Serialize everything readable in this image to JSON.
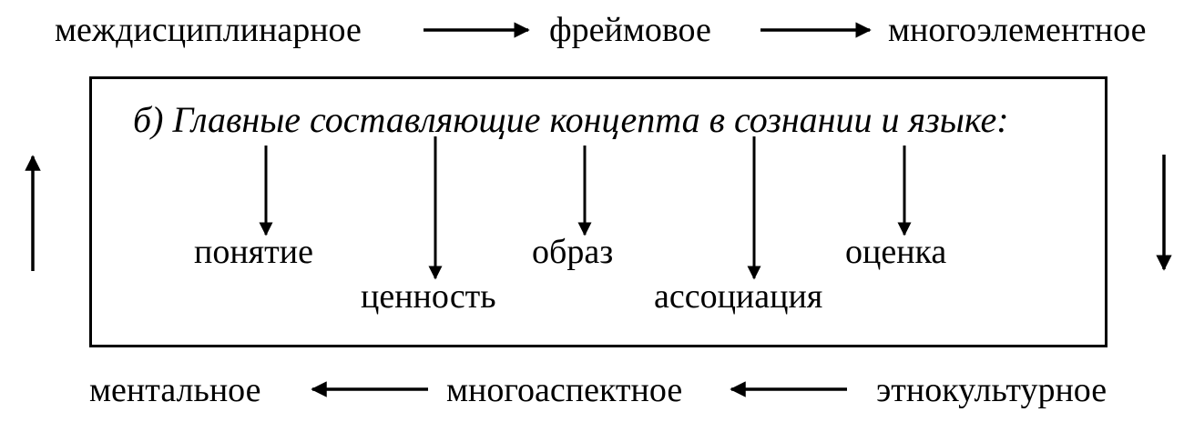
{
  "top_row": {
    "term1": "междисциплинарное",
    "term2": "фреймовое",
    "term3": "многоэлементное"
  },
  "box": {
    "title": "б) Главные составляющие концепта в сознании и языке:",
    "components": [
      "понятие",
      "ценность",
      "образ",
      "ассоциация",
      "оценка"
    ]
  },
  "bottom_row": {
    "term1": "ментальное",
    "term2": "многоаспектное",
    "term3": "этнокультурное"
  }
}
